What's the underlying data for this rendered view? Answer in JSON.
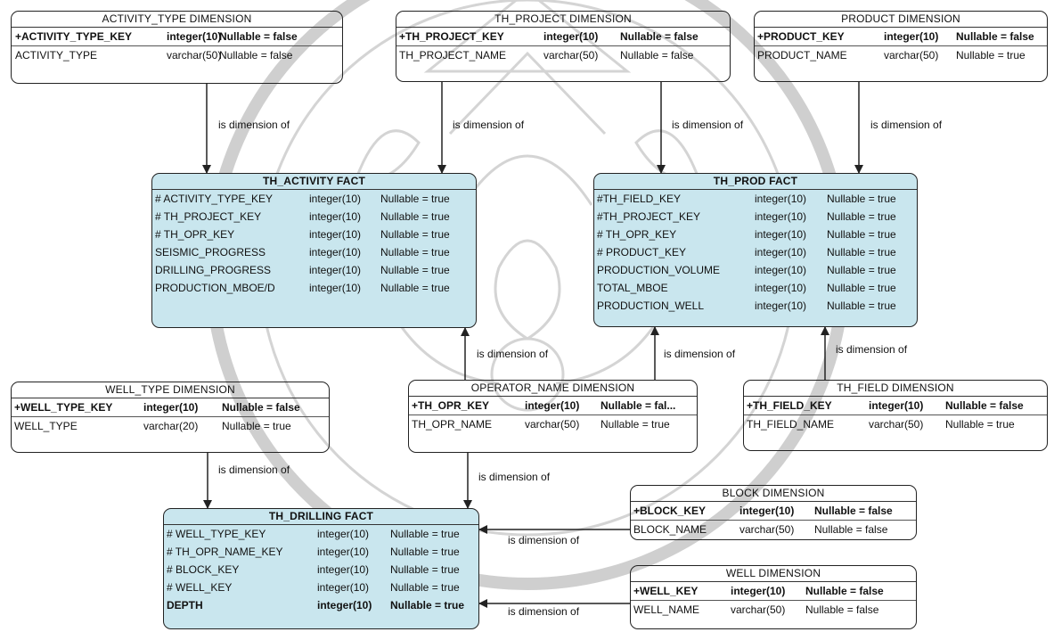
{
  "entities": [
    {
      "id": "activity_type_dim",
      "title": "ACTIVITY_TYPE DIMENSION",
      "fact": false,
      "rows": [
        [
          "+ACTIVITY_TYPE_KEY",
          "integer(10)",
          "Nullable = false"
        ],
        [
          "ACTIVITY_TYPE",
          "varchar(50)",
          "Nullable = false"
        ]
      ]
    },
    {
      "id": "th_project_dim",
      "title": "TH_PROJECT DIMENSION",
      "fact": false,
      "rows": [
        [
          "+TH_PROJECT_KEY",
          "integer(10)",
          "Nullable = false"
        ],
        [
          "TH_PROJECT_NAME",
          "varchar(50)",
          "Nullable = false"
        ]
      ]
    },
    {
      "id": "product_dim",
      "title": "PRODUCT DIMENSION",
      "fact": false,
      "rows": [
        [
          "+PRODUCT_KEY",
          "integer(10)",
          "Nullable = false"
        ],
        [
          "PRODUCT_NAME",
          "varchar(50)",
          "Nullable = true"
        ]
      ]
    },
    {
      "id": "th_activity_fact",
      "title": "TH_ACTIVITY FACT",
      "fact": true,
      "rows": [
        [
          "# ACTIVITY_TYPE_KEY",
          "integer(10)",
          "Nullable = true"
        ],
        [
          "# TH_PROJECT_KEY",
          "integer(10)",
          "Nullable = true"
        ],
        [
          "# TH_OPR_KEY",
          "integer(10)",
          "Nullable = true"
        ],
        [
          "SEISMIC_PROGRESS",
          "integer(10)",
          "Nullable = true"
        ],
        [
          "DRILLING_PROGRESS",
          "integer(10)",
          "Nullable = true"
        ],
        [
          "PRODUCTION_MBOE/D",
          "integer(10)",
          "Nullable = true"
        ]
      ]
    },
    {
      "id": "th_prod_fact",
      "title": "TH_PROD FACT",
      "fact": true,
      "rows": [
        [
          "#TH_FIELD_KEY",
          "integer(10)",
          "Nullable = true"
        ],
        [
          "#TH_PROJECT_KEY",
          "integer(10)",
          "Nullable = true"
        ],
        [
          "# TH_OPR_KEY",
          "integer(10)",
          "Nullable = true"
        ],
        [
          "# PRODUCT_KEY",
          "integer(10)",
          "Nullable = true"
        ],
        [
          "PRODUCTION_VOLUME",
          "integer(10)",
          "Nullable = true"
        ],
        [
          "TOTAL_MBOE",
          "integer(10)",
          "Nullable = true"
        ],
        [
          "PRODUCTION_WELL",
          "integer(10)",
          "Nullable = true"
        ]
      ]
    },
    {
      "id": "well_type_dim",
      "title": "WELL_TYPE DIMENSION",
      "fact": false,
      "rows": [
        [
          "+WELL_TYPE_KEY",
          "integer(10)",
          "Nullable = false"
        ],
        [
          "WELL_TYPE",
          "varchar(20)",
          "Nullable = true"
        ]
      ]
    },
    {
      "id": "operator_name_dim",
      "title": "OPERATOR_NAME DIMENSION",
      "fact": false,
      "rows": [
        [
          "+TH_OPR_KEY",
          "integer(10)",
          "Nullable = fal..."
        ],
        [
          "TH_OPR_NAME",
          "varchar(50)",
          "Nullable = true"
        ]
      ]
    },
    {
      "id": "th_field_dim",
      "title": "TH_FIELD DIMENSION",
      "fact": false,
      "rows": [
        [
          "+TH_FIELD_KEY",
          "integer(10)",
          "Nullable = false"
        ],
        [
          "TH_FIELD_NAME",
          "varchar(50)",
          "Nullable = true"
        ]
      ]
    },
    {
      "id": "block_dim",
      "title": "BLOCK DIMENSION",
      "fact": false,
      "rows": [
        [
          "+BLOCK_KEY",
          "integer(10)",
          "Nullable = false"
        ],
        [
          "BLOCK_NAME",
          "varchar(50)",
          "Nullable = false"
        ]
      ]
    },
    {
      "id": "th_drilling_fact",
      "title": "TH_DRILLING FACT",
      "fact": true,
      "rows": [
        [
          "# WELL_TYPE_KEY",
          "integer(10)",
          "Nullable = true"
        ],
        [
          "# TH_OPR_NAME_KEY",
          "integer(10)",
          "Nullable = true"
        ],
        [
          "# BLOCK_KEY",
          "integer(10)",
          "Nullable = true"
        ],
        [
          "# WELL_KEY",
          "integer(10)",
          "Nullable = true"
        ],
        [
          "DEPTH",
          "integer(10)",
          "Nullable = true"
        ]
      ]
    },
    {
      "id": "well_dim",
      "title": "WELL DIMENSION",
      "fact": false,
      "rows": [
        [
          "+WELL_KEY",
          "integer(10)",
          "Nullable = false"
        ],
        [
          "WELL_NAME",
          "varchar(50)",
          "Nullable = false"
        ]
      ]
    }
  ],
  "relationship_label": "is dimension of",
  "colors": {
    "fact_fill": "#c9e6ee",
    "line": "#222222",
    "watermark": "#c8c8c8"
  }
}
